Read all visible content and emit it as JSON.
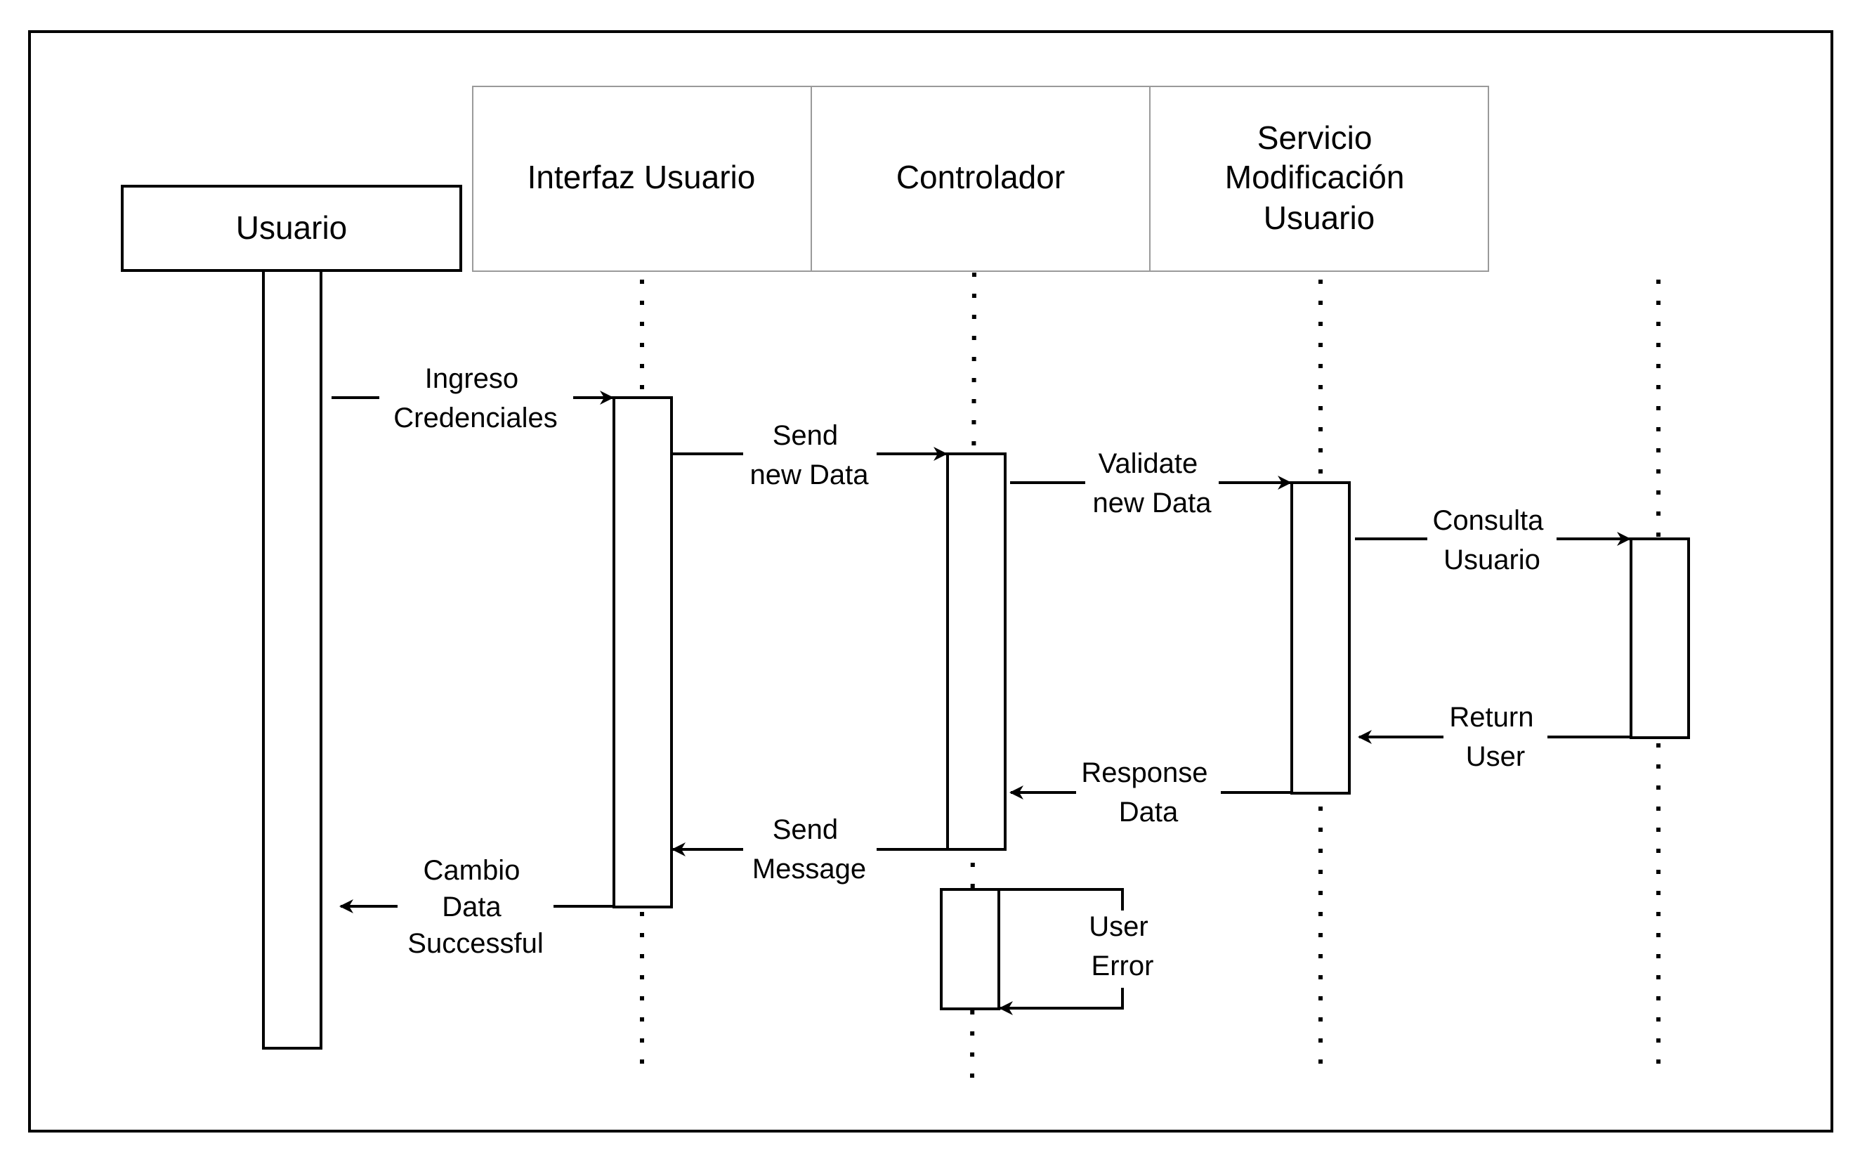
{
  "participants": [
    {
      "id": "usuario",
      "label_lines": [
        "Usuario"
      ]
    },
    {
      "id": "interfaz",
      "label_lines": [
        "Interfaz Usuario"
      ]
    },
    {
      "id": "controlador",
      "label_lines": [
        "Controlador"
      ]
    },
    {
      "id": "servicio",
      "label_lines": [
        "Servicio",
        "Modificación",
        "Usuario"
      ]
    }
  ],
  "messages": [
    {
      "id": "ingreso-credenciales",
      "label_lines": [
        "Ingreso",
        "Credenciales"
      ]
    },
    {
      "id": "send-new-data",
      "label_lines": [
        "Send",
        "new Data"
      ]
    },
    {
      "id": "validate-new-data",
      "label_lines": [
        "Validate",
        "new Data"
      ]
    },
    {
      "id": "consulta-usuario",
      "label_lines": [
        "Consulta",
        "Usuario"
      ]
    },
    {
      "id": "return-user",
      "label_lines": [
        "Return",
        "User"
      ]
    },
    {
      "id": "response-data",
      "label_lines": [
        "Response",
        "Data"
      ]
    },
    {
      "id": "send-message",
      "label_lines": [
        "Send",
        "Message"
      ]
    },
    {
      "id": "cambio-data-successful",
      "label_lines": [
        "Cambio",
        "Data",
        "Successful"
      ]
    },
    {
      "id": "user-error",
      "label_lines": [
        "User",
        "Error"
      ]
    }
  ]
}
